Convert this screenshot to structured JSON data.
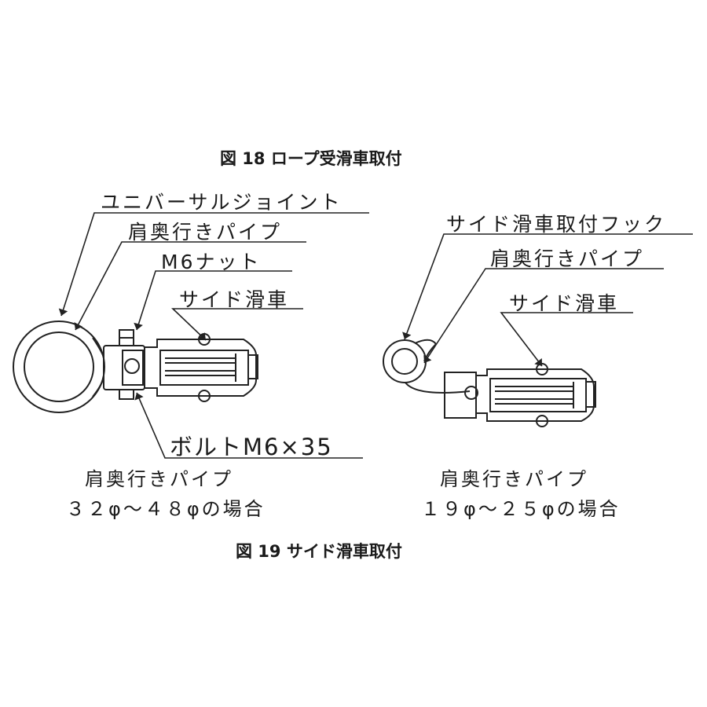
{
  "figure18_title": "図 18  ロープ受滑車取付",
  "figure19_title": "図 19  サイド滑車取付",
  "left": {
    "labels": {
      "universal_joint": "ユニバーサルジョイント",
      "pipe": "肩奥行きパイプ",
      "nut": "M6ナット",
      "side_pulley": "サイド滑車",
      "bolt": "ボルトM6×35"
    },
    "caption_line1": "肩奥行きパイプ",
    "caption_line2": "３２φ～４８φの場合"
  },
  "right": {
    "labels": {
      "hook": "サイド滑車取付フック",
      "pipe": "肩奥行きパイプ",
      "side_pulley": "サイド滑車"
    },
    "caption_line1": "肩奥行きパイプ",
    "caption_line2": "１９φ～２５φの場合"
  }
}
